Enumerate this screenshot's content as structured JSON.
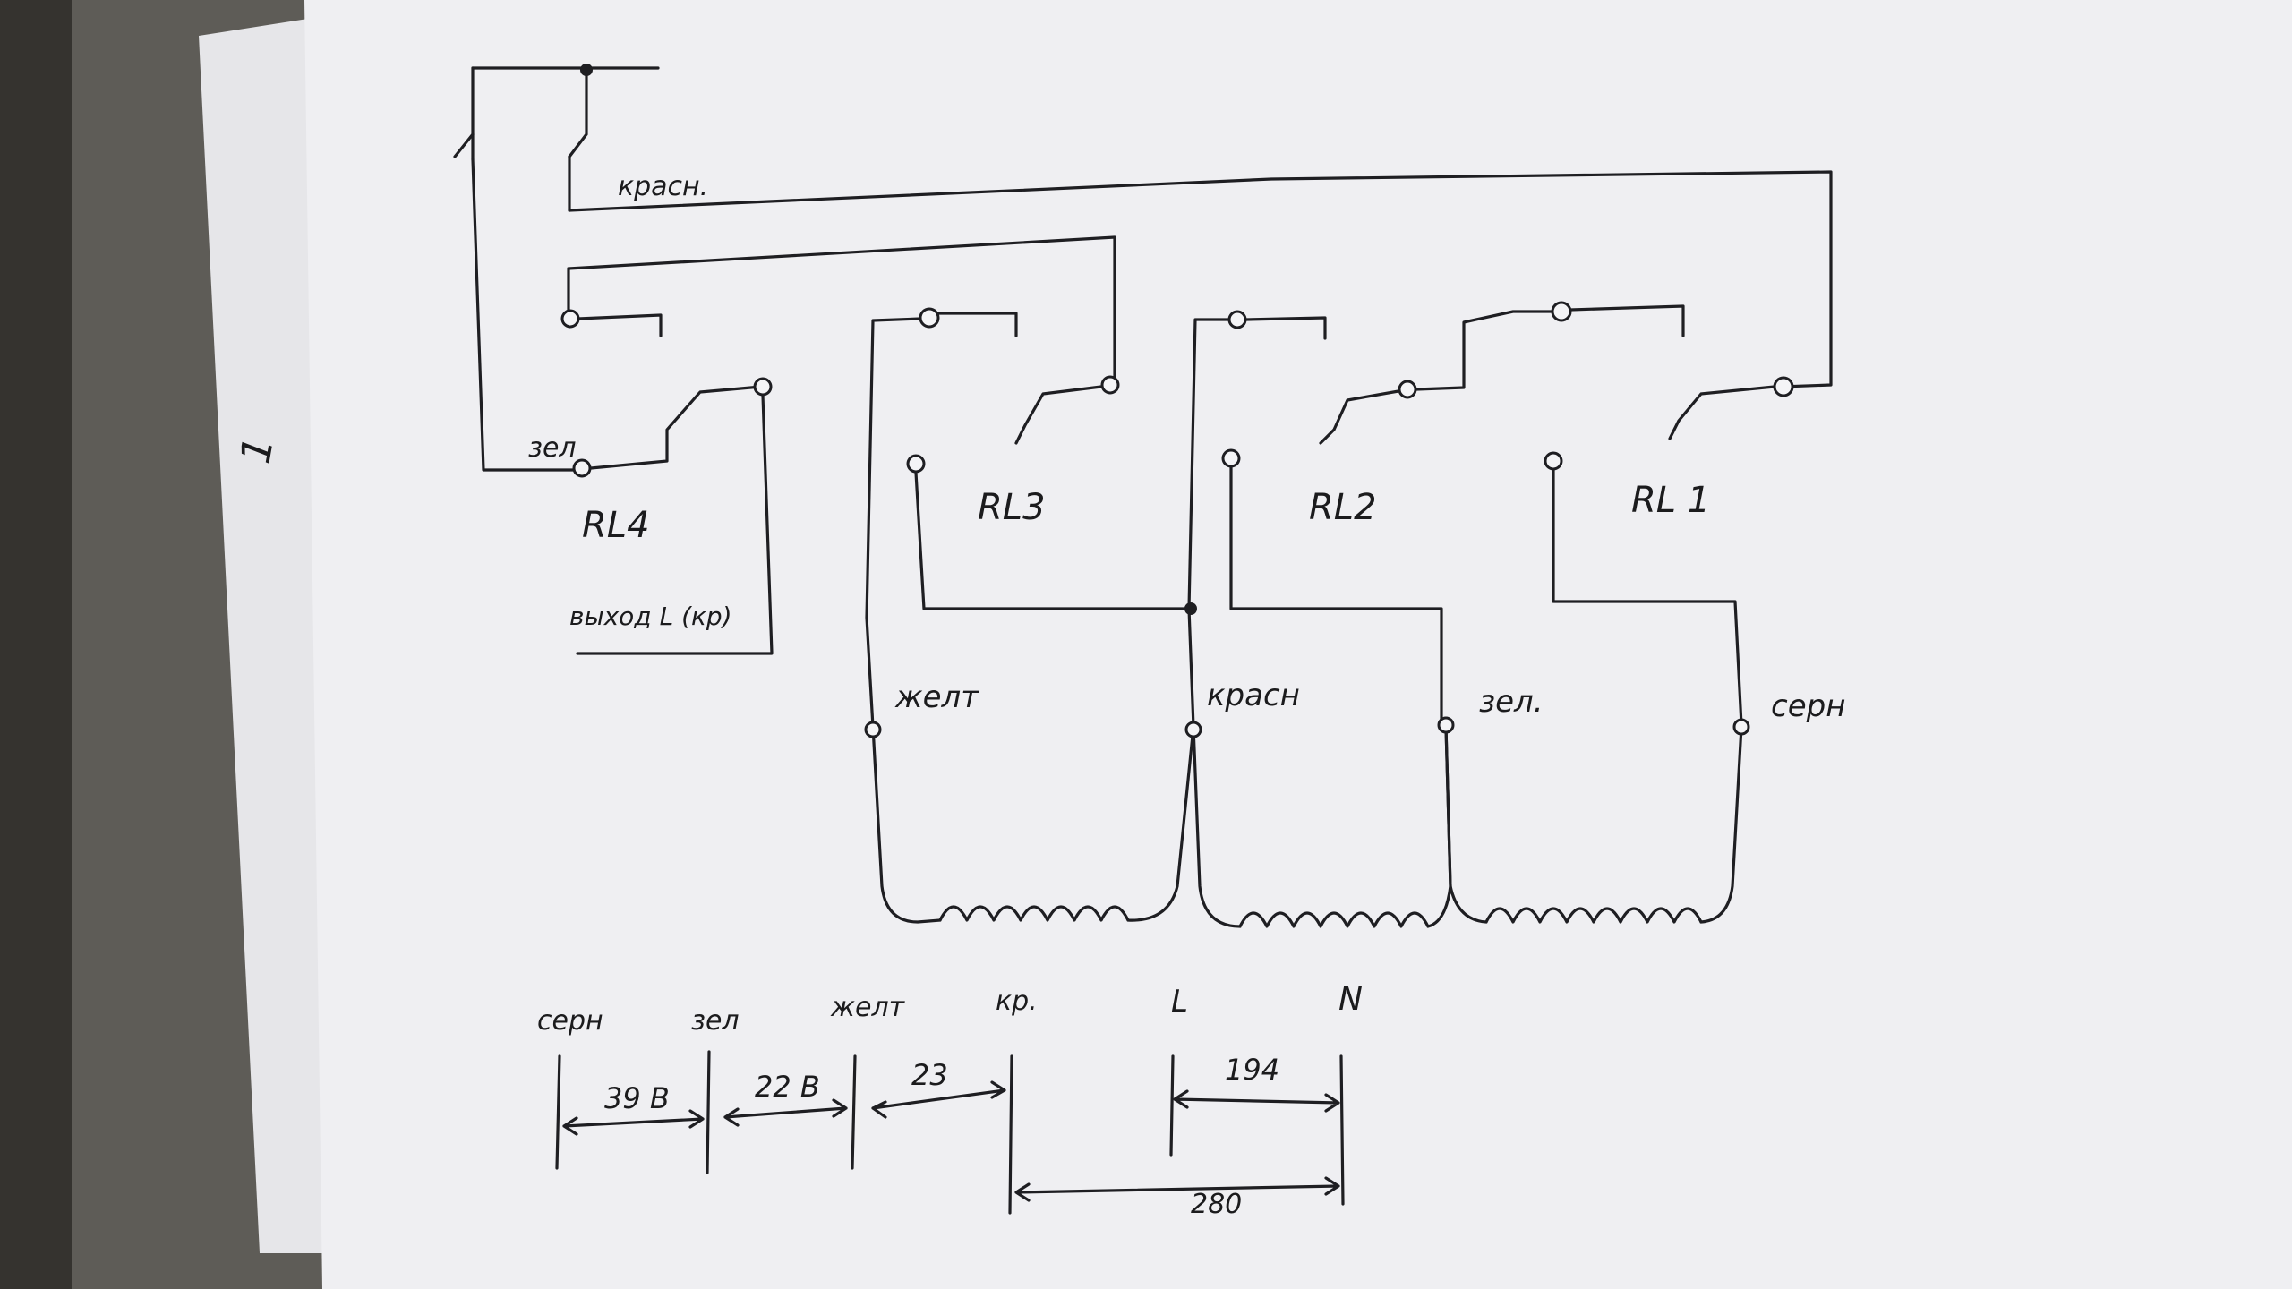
{
  "page_mark": "1",
  "relays": [
    {
      "id": "rl4",
      "label": "RL4"
    },
    {
      "id": "rl3",
      "label": "RL3"
    },
    {
      "id": "rl2",
      "label": "RL2"
    },
    {
      "id": "rl1",
      "label": "RL 1"
    }
  ],
  "wire_labels": {
    "top_red": "красн.",
    "rl4_green": "зел",
    "output": "выход L (кр)",
    "tap_yellow": "желт",
    "tap_red": "красн",
    "tap_green": "зел.",
    "tap_grey": "серн"
  },
  "measurements": {
    "terminals": [
      "серн",
      "зел",
      "желт",
      "кр.",
      "L",
      "N"
    ],
    "voltages": [
      {
        "between": [
          "серн",
          "зел"
        ],
        "value": "39 В"
      },
      {
        "between": [
          "зел",
          "желт"
        ],
        "value": "22 В"
      },
      {
        "between": [
          "желт",
          "кр."
        ],
        "value": "23"
      },
      {
        "between": [
          "L",
          "N"
        ],
        "value": "194"
      },
      {
        "between": [
          "кр.",
          "N"
        ],
        "value": "280"
      }
    ]
  }
}
